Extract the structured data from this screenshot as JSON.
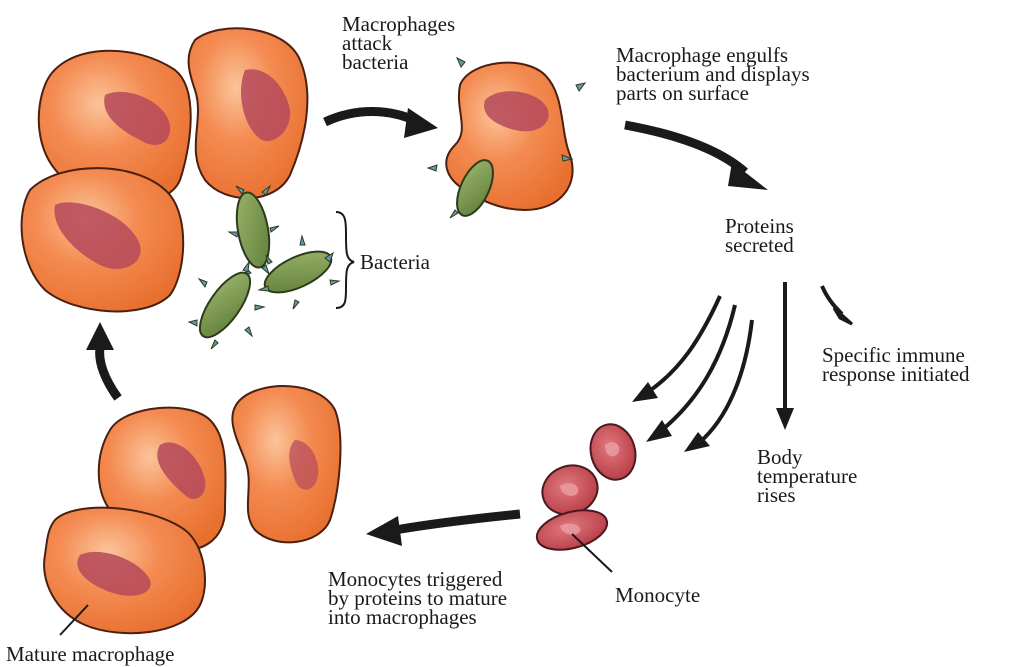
{
  "labels": {
    "macrophages_attack": [
      "Macrophages",
      "attack",
      "bacteria"
    ],
    "macrophage_engulfs": [
      "Macrophage  engulfs",
      "bacterium and displays",
      "parts on surface"
    ],
    "proteins_secreted": [
      "Proteins",
      "secreted"
    ],
    "bacteria": "Bacteria",
    "specific_immune": [
      "Specific immune",
      "response initiated"
    ],
    "body_temperature": [
      "Body",
      "temperature",
      "rises"
    ],
    "monocyte": "Monocyte",
    "monocytes_triggered": [
      "Monocytes triggered",
      "by proteins to mature",
      "into macrophages"
    ],
    "mature_macrophage": "Mature macrophage"
  },
  "colors": {
    "cell_fill": "#f2854a",
    "cell_highlight": "#f9b98a",
    "cell_outline": "#4a2010",
    "nucleus": "#b5495b",
    "bacterium_fill": "#7b9a4e",
    "bacterium_spike": "#5f9bb0",
    "monocyte_fill": "#c94a55",
    "arrow": "#1a1a1a"
  }
}
